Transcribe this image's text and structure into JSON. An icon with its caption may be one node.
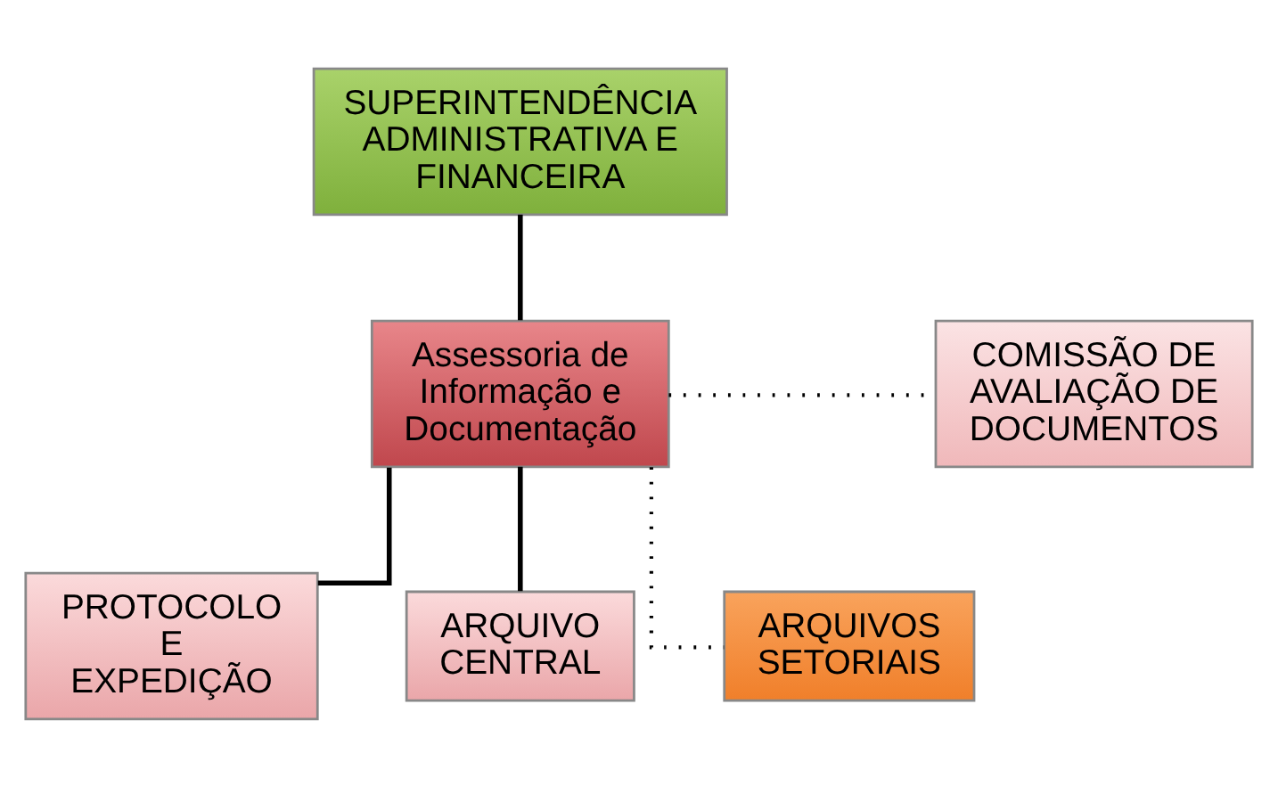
{
  "diagram": {
    "nodes": [
      {
        "text": [
          "SUPERINTENDÊNCIA ADMINISTRATIVA E FINANCEIRA"
        ]
      },
      {
        "text": [
          "Assessoria de Informação e Documentação"
        ]
      },
      {
        "text": [
          "COMISSÃO DE AVALIAÇÃO DE DOCUMENTOS"
        ]
      },
      {
        "text": [
          "PROTOCOLO E EXPEDIÇÃO"
        ]
      },
      {
        "text": [
          "ARQUIVO CENTRAL"
        ]
      },
      {
        "text": [
          "ARQUIVOS SETORIAIS"
        ]
      }
    ],
    "edges": [
      {
        "from": 0,
        "to": 1,
        "arrow": "none"
      },
      {
        "from": 1,
        "to": 2,
        "arrow": "none",
        "style": "dashed"
      },
      {
        "from": 1,
        "to": 3,
        "arrow": "none"
      },
      {
        "from": 1,
        "to": 4,
        "arrow": "none"
      },
      {
        "from": 1,
        "to": 5,
        "arrow": "none",
        "style": "dashed"
      }
    ]
  }
}
